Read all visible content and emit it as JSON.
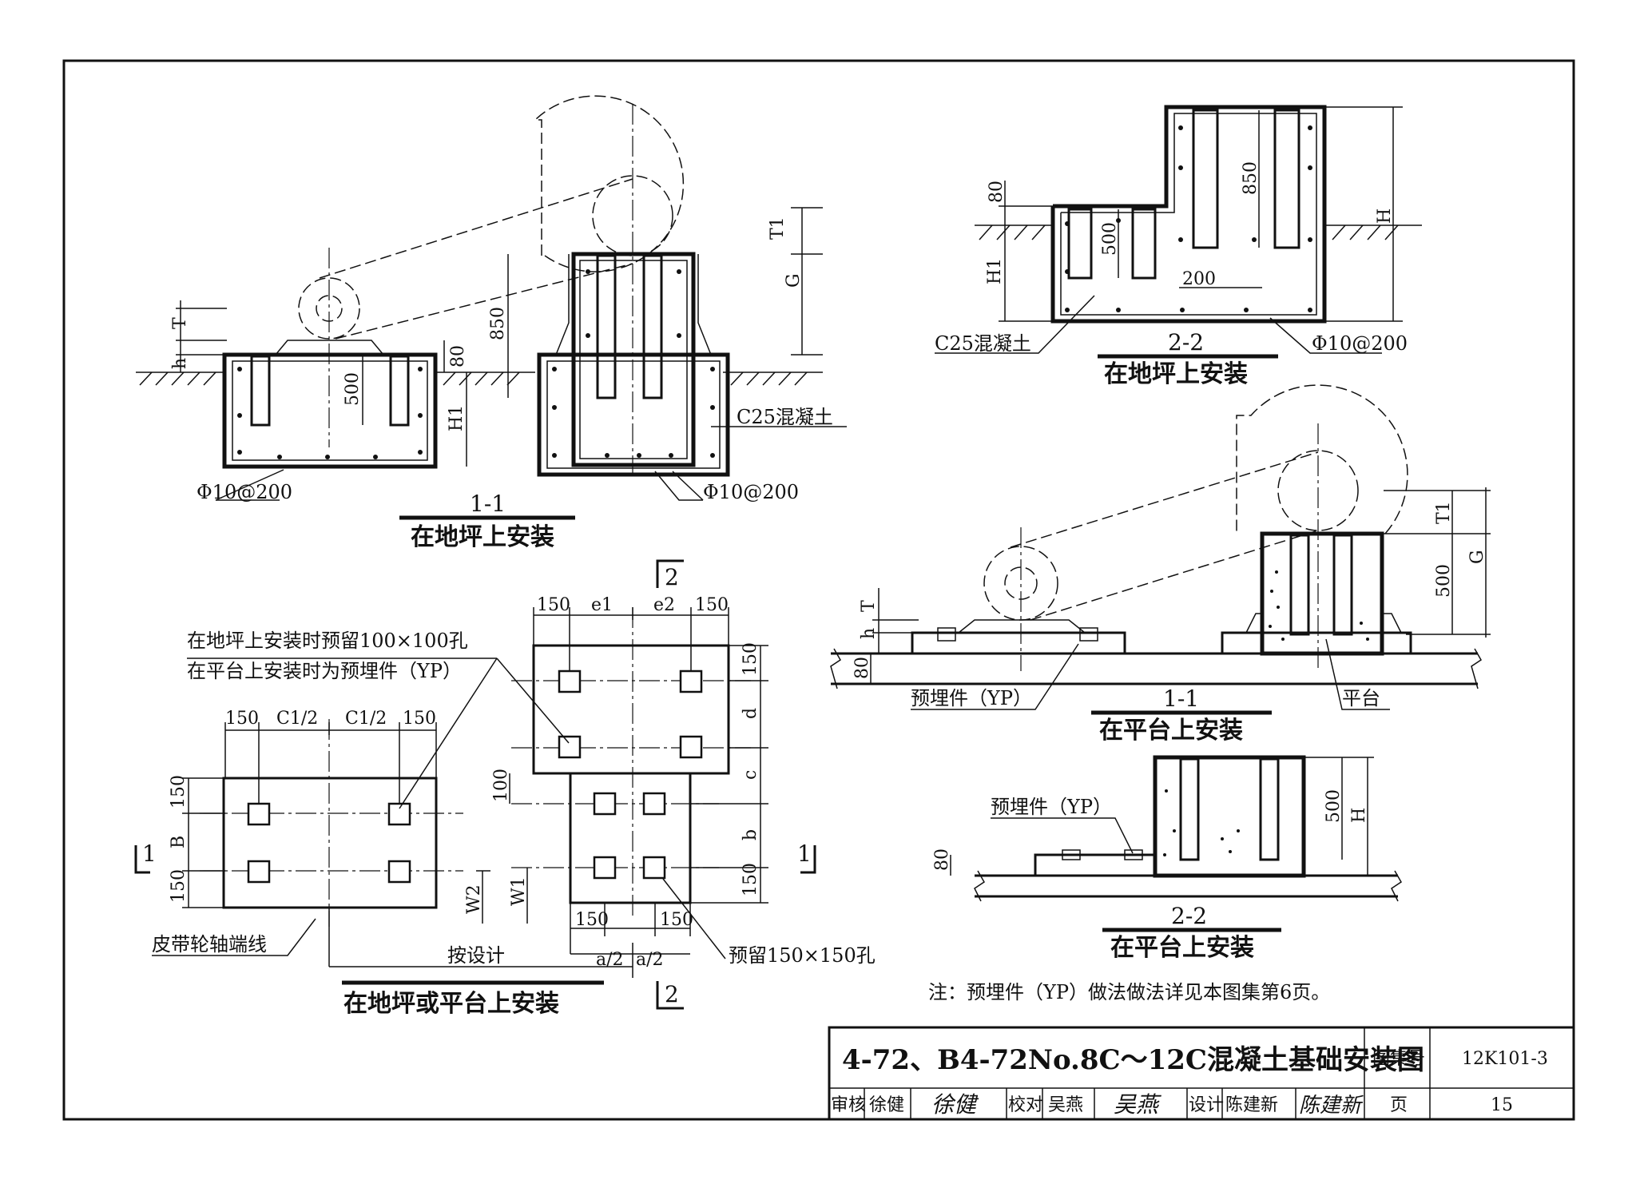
{
  "captions": {
    "s11_ground_no": "1-1",
    "s11_ground": "在地坪上安装",
    "s22_ground_no": "2-2",
    "s22_ground": "在地坪上安装",
    "s11_platform_no": "1-1",
    "s11_platform": "在平台上安装",
    "s22_platform_no": "2-2",
    "s22_platform": "在平台上安装",
    "plan": "在地坪或平台上安装"
  },
  "labels": {
    "concrete_a": "C25混凝土",
    "concrete_b": "C25混凝土",
    "rebar_a": "Φ10@200",
    "rebar_b": "Φ10@200",
    "rebar_c": "Φ10@200",
    "hole_note_1": "在地坪上安装时预留100×100孔",
    "hole_note_2": "在平台上安装时为预埋件（YP）",
    "belt_line": "皮带轮轴端线",
    "by_design": "按设计",
    "reserve_150": "预留150×150孔",
    "embed_a": "预埋件（YP）",
    "embed_b": "预埋件（YP）",
    "platform": "平台",
    "note": "注：预埋件（YP）做法做法详见本图集第6页。"
  },
  "section_marks": {
    "top2": "2",
    "bottom2": "2",
    "left1": "1",
    "right1": "1"
  },
  "dims": {
    "s11g": {
      "T": "T",
      "h": "h",
      "d80": "80",
      "d500": "500",
      "d850": "850",
      "H1": "H1",
      "T1": "T1",
      "G": "G"
    },
    "s22g": {
      "d80": "80",
      "d500": "500",
      "d850": "850",
      "d200": "200",
      "H1": "H1",
      "H": "H"
    },
    "s11p": {
      "T": "T",
      "h": "h",
      "d80": "80",
      "T1": "T1",
      "d500": "500",
      "G": "G"
    },
    "s22p": {
      "d80": "80",
      "d500": "500",
      "H": "H"
    },
    "planL": {
      "t150a": "150",
      "tC1a": "C1/2",
      "tC1b": "C1/2",
      "t150b": "150",
      "l150a": "150",
      "lB": "B",
      "l150b": "150",
      "W2": "W2"
    },
    "planR": {
      "t150a": "150",
      "te1": "e1",
      "te2": "e2",
      "t150b": "150",
      "r150a": "150",
      "rd": "d",
      "rc": "c",
      "rb": "b",
      "r150b": "150",
      "l100": "100",
      "W1": "W1",
      "b150a": "150",
      "b150b": "150",
      "ba1": "a/2",
      "ba2": "a/2"
    }
  },
  "title_block": {
    "title": "4-72、B4-72No.8C～12C混凝土基础安装图",
    "atlas_label": "图集号",
    "atlas_no": "12K101-3",
    "review_label": "审核",
    "reviewer": "徐健",
    "reviewer_sign": "徐健",
    "check_label": "校对",
    "checker": "吴燕",
    "checker_sign": "吴燕",
    "design_label": "设计",
    "designer": "陈建新",
    "designer_sign": "陈建新",
    "page_label": "页",
    "page_no": "15"
  }
}
